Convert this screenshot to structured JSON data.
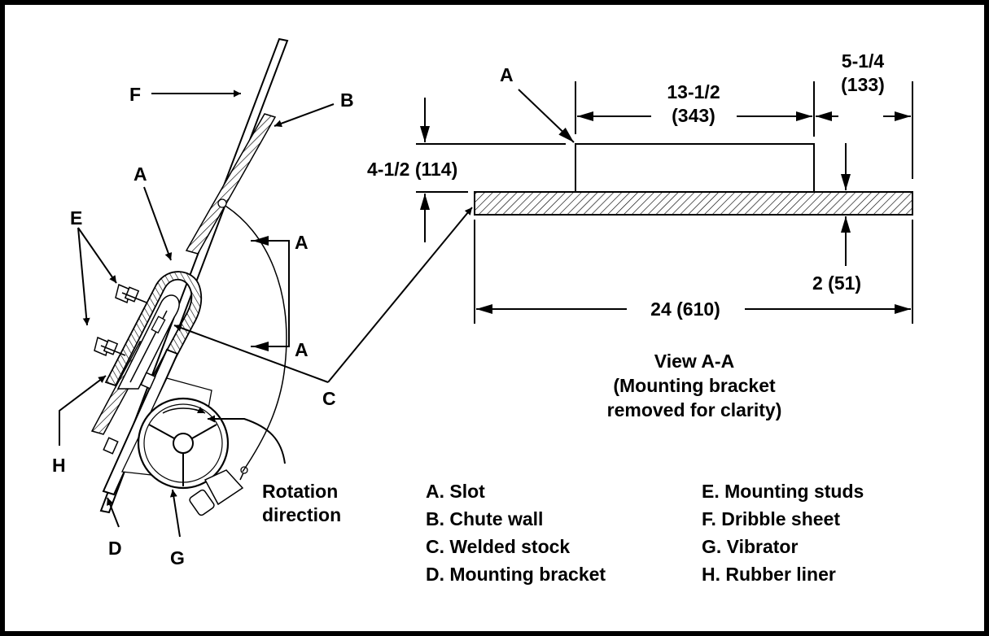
{
  "diagram": {
    "callouts": {
      "a_slot": "A",
      "b": "B",
      "c": "C",
      "d": "D",
      "e": "E",
      "f": "F",
      "g": "G",
      "h": "H",
      "section_top": "A",
      "section_bottom": "A",
      "view_a": "A"
    },
    "rotation_label": [
      "Rotation",
      "direction"
    ],
    "dimensions": {
      "top_length": [
        "13-1/2",
        "(343)"
      ],
      "right_offset": [
        "5-1/4",
        "(133)"
      ],
      "height": "4-1/2 (114)",
      "thickness": "2 (51)",
      "total_length": "24 (610)"
    },
    "view_caption": [
      "View A-A",
      "(Mounting bracket",
      "removed for clarity)"
    ],
    "legend_left": [
      "A. Slot",
      "B. Chute wall",
      "C. Welded stock",
      "D. Mounting bracket"
    ],
    "legend_right": [
      "E. Mounting studs",
      "F. Dribble sheet",
      "G. Vibrator",
      "H. Rubber liner"
    ]
  }
}
